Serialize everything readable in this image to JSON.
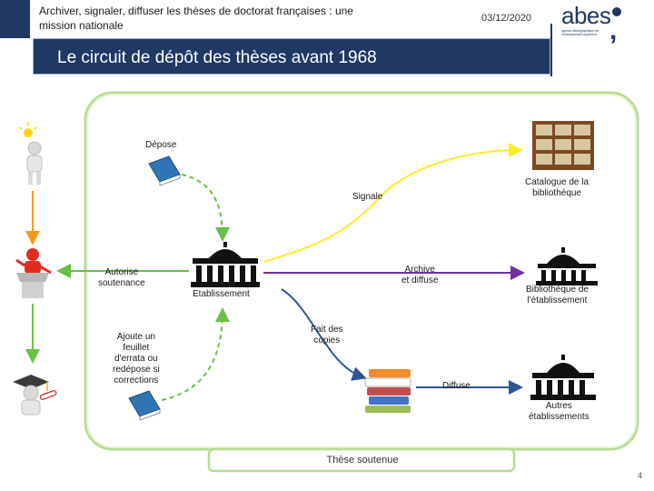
{
  "header": {
    "title": "Archiver, signaler, diffuser les thèses de doctorat françaises : une mission nationale",
    "date": "03/12/2020"
  },
  "logo": {
    "name": "abes",
    "tagline": "agence bibliographique de l'enseignement supérieur"
  },
  "banner": {
    "title": "Le circuit de dépôt des thèses avant 1968"
  },
  "diagram": {
    "labels": {
      "depose": "Dépose",
      "autorise": "Autorise\nsoutenance",
      "ajoute": "Ajoute un\nfeuillet\nd'errata ou\nredépose si\ncorrections",
      "etablissement": "Etablissement",
      "signale": "Signale",
      "archive": "Archive\net diffuse",
      "fait_copies": "Fait des\ncopies",
      "diffuse": "Diffuse",
      "catalogue": "Catalogue de la\nbibliothèque",
      "bib_etab": "Bibliothèque de\nl'établissement",
      "autres": "Autres\nétablissements",
      "these_soutenue": "Thèse soutenue"
    },
    "colors": {
      "frame": "#92d050",
      "orange": "#f39a1e",
      "green": "#6abf45",
      "yellow": "#ffeb2a",
      "purple": "#7030a0",
      "blue": "#2f5597",
      "dark_blue": "#1f3864"
    }
  },
  "page_number": "4"
}
